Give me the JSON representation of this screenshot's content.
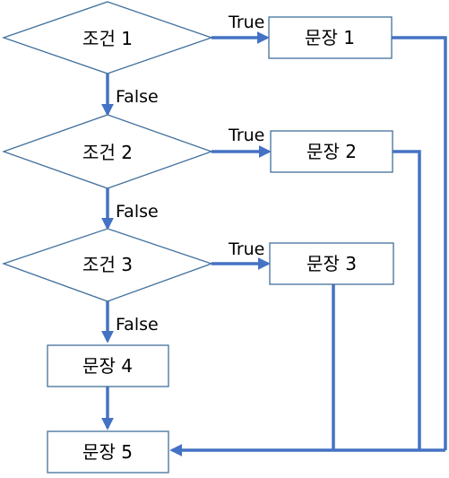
{
  "colors": {
    "connector": "#4472C4",
    "shape_border": "#41719C",
    "shape_fill": "#FFFFFF",
    "text": "#000000"
  },
  "conditions": [
    {
      "label": "조건 1",
      "true_label": "True",
      "false_label": "False"
    },
    {
      "label": "조건 2",
      "true_label": "True",
      "false_label": "False"
    },
    {
      "label": "조건 3",
      "true_label": "True",
      "false_label": "False"
    }
  ],
  "statements": [
    {
      "label": "문장 1"
    },
    {
      "label": "문장 2"
    },
    {
      "label": "문장 3"
    },
    {
      "label": "문장 4"
    },
    {
      "label": "문장 5"
    }
  ]
}
